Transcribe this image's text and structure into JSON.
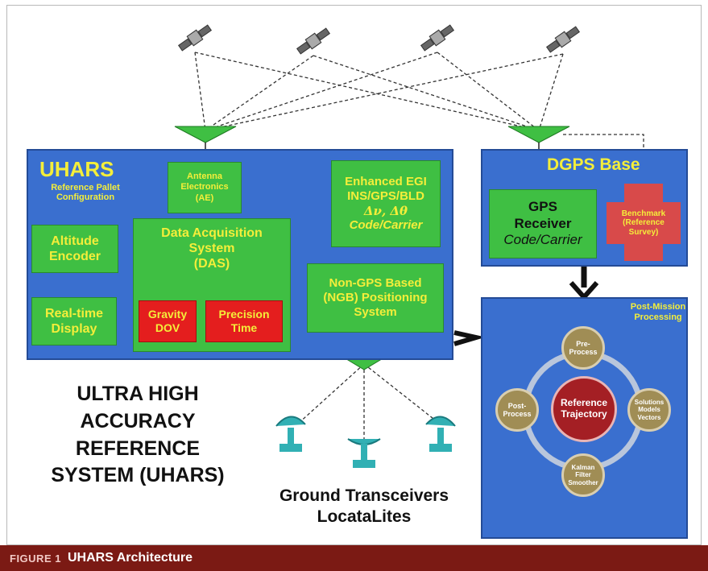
{
  "uhars": {
    "title": "UHARS",
    "subtitle_line1": "Reference Pallet",
    "subtitle_line2": "Configuration",
    "antenna_line1": "Antenna",
    "antenna_line2": "Electronics",
    "antenna_line3": "(AE)",
    "egi_line1": "Enhanced EGI",
    "egi_line2": "INS/GPS/BLD",
    "egi_line3": "Δν, Δθ",
    "egi_line4": "Code/Carrier",
    "altitude_line1": "Altitude",
    "altitude_line2": "Encoder",
    "das_line1": "Data Acquisition",
    "das_line2": "System",
    "das_line3": "(DAS)",
    "ngb_line1": "Non-GPS Based",
    "ngb_line2": "(NGB) Positioning",
    "ngb_line3": "System",
    "display_line1": "Real-time",
    "display_line2": "Display",
    "gravity_line1": "Gravity",
    "gravity_line2": "DOV",
    "time_line1": "Precision",
    "time_line2": "Time"
  },
  "dgps": {
    "title": "DGPS Base",
    "receiver_line1": "GPS",
    "receiver_line2": "Receiver",
    "receiver_line3": "Code/Carrier",
    "benchmark_line1": "Benchmark",
    "benchmark_line2": "(Reference",
    "benchmark_line3": "Survey)"
  },
  "post_mission": {
    "title_line1": "Post-Mission",
    "title_line2": "Processing",
    "center_line1": "Reference",
    "center_line2": "Trajectory",
    "preprocess_line1": "Pre-",
    "preprocess_line2": "Process",
    "postprocess_line1": "Post-",
    "postprocess_line2": "Process",
    "solutions_line1": "Solutions",
    "solutions_line2": "Models",
    "solutions_line3": "Vectors",
    "kalman_line1": "Kalman",
    "kalman_line2": "Filter",
    "kalman_line3": "Smoother"
  },
  "system_name": {
    "line1": "ULTRA HIGH",
    "line2": "ACCURACY",
    "line3": "REFERENCE",
    "line4": "SYSTEM (UHARS)"
  },
  "ground": {
    "line1": "Ground Transceivers",
    "line2": "LocataLites"
  },
  "caption": {
    "label": "FIGURE 1",
    "text": "UHARS Architecture"
  },
  "colors": {
    "panel_blue": "#3a6fcf",
    "box_green": "#3fbf43",
    "text_yellow": "#f4ee3a",
    "box_red": "#e41e1e",
    "caption_bar": "#7b1a14",
    "node_tan": "#a08d55",
    "center_node": "#a41f24"
  }
}
